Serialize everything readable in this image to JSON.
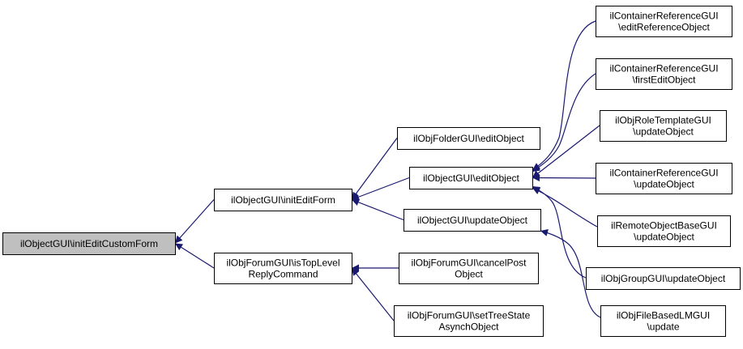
{
  "colors": {
    "edge": "#191970",
    "node_border": "#000000",
    "node_fill": "#ffffff",
    "highlight_fill": "#bfbfbf"
  },
  "nodes": [
    {
      "id": "n0",
      "lines": [
        "ilObjectGUI\\initEditCustomForm"
      ],
      "highlight": true
    },
    {
      "id": "n1",
      "lines": [
        "ilObjectGUI\\initEditForm"
      ]
    },
    {
      "id": "n2",
      "lines": [
        "ilObjForumGUI\\isTopLevel",
        "ReplyCommand"
      ]
    },
    {
      "id": "n3",
      "lines": [
        "ilObjFolderGUI\\editObject"
      ]
    },
    {
      "id": "n4",
      "lines": [
        "ilObjectGUI\\editObject"
      ]
    },
    {
      "id": "n5",
      "lines": [
        "ilObjectGUI\\updateObject"
      ]
    },
    {
      "id": "n6",
      "lines": [
        "ilObjForumGUI\\cancelPost",
        "Object"
      ]
    },
    {
      "id": "n7",
      "lines": [
        "ilObjForumGUI\\setTreeState",
        "AsynchObject"
      ]
    },
    {
      "id": "n8",
      "lines": [
        "ilContainerReferenceGUI",
        "\\editReferenceObject"
      ]
    },
    {
      "id": "n9",
      "lines": [
        "ilContainerReferenceGUI",
        "\\firstEditObject"
      ]
    },
    {
      "id": "n10",
      "lines": [
        "ilObjRoleTemplateGUI",
        "\\updateObject"
      ]
    },
    {
      "id": "n11",
      "lines": [
        "ilContainerReferenceGUI",
        "\\updateObject"
      ]
    },
    {
      "id": "n12",
      "lines": [
        "ilRemoteObjectBaseGUI",
        "\\updateObject"
      ]
    },
    {
      "id": "n13",
      "lines": [
        "ilObjGroupGUI\\updateObject"
      ]
    },
    {
      "id": "n14",
      "lines": [
        "ilObjFileBasedLMGUI",
        "\\update"
      ]
    }
  ],
  "edges": [
    {
      "from": "n1",
      "to": "n0"
    },
    {
      "from": "n2",
      "to": "n0"
    },
    {
      "from": "n3",
      "to": "n1"
    },
    {
      "from": "n4",
      "to": "n1"
    },
    {
      "from": "n5",
      "to": "n1"
    },
    {
      "from": "n6",
      "to": "n2"
    },
    {
      "from": "n7",
      "to": "n2"
    },
    {
      "from": "n8",
      "to": "n4"
    },
    {
      "from": "n9",
      "to": "n4"
    },
    {
      "from": "n10",
      "to": "n4"
    },
    {
      "from": "n11",
      "to": "n4"
    },
    {
      "from": "n12",
      "to": "n4"
    },
    {
      "from": "n13",
      "to": "n4"
    },
    {
      "from": "n14",
      "to": "n5"
    }
  ]
}
